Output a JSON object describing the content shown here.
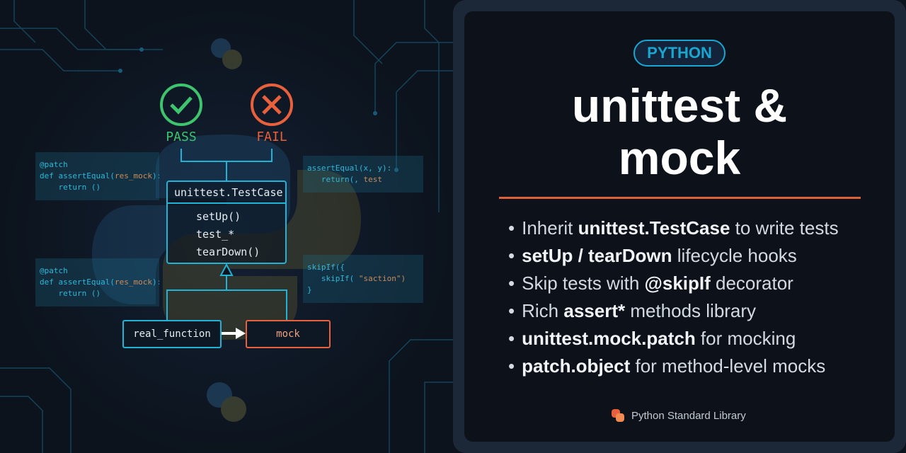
{
  "diagram": {
    "pass_label": "PASS",
    "fail_label": "FAIL",
    "class_name": "unittest.TestCase",
    "methods": [
      "setUp()",
      "test_*",
      "tearDown()"
    ],
    "real_function": "real_function",
    "mock": "mock",
    "code_left_1": [
      "@patch",
      "def assertEqual(",
      "res_mock",
      "):",
      "return ()"
    ],
    "code_left_2": [
      "@patch",
      "def assertEqual(",
      "res_mock",
      "):",
      "return ()"
    ],
    "code_right_1": [
      "assertEqual(x, y):",
      "return(, ",
      "test"
    ],
    "code_right_2": [
      "skipIf({",
      "skipIf( ",
      "\"saction\")",
      "}"
    ]
  },
  "card": {
    "badge": "PYTHON",
    "title_line1": "unittest &",
    "title_line2": "mock",
    "bullets": [
      {
        "pre": "Inherit ",
        "bold": "unittest.TestCase",
        "post": " to write tests"
      },
      {
        "pre": "",
        "bold": "setUp / tearDown",
        "post": " lifecycle hooks"
      },
      {
        "pre": "Skip tests with ",
        "bold": "@skipIf",
        "post": " decorator"
      },
      {
        "pre": "Rich ",
        "bold": "assert*",
        "post": " methods library"
      },
      {
        "pre": "",
        "bold": "unittest.mock.patch",
        "post": " for mocking"
      },
      {
        "pre": "",
        "bold": "patch.object",
        "post": " for method-level mocks"
      }
    ],
    "footer": "Python Standard Library"
  },
  "colors": {
    "accent_cyan": "#21b3d6",
    "accent_orange": "#e0603a",
    "pass_green": "#3ec46d",
    "fail_red": "#e8603c",
    "background": "#0c131d"
  }
}
